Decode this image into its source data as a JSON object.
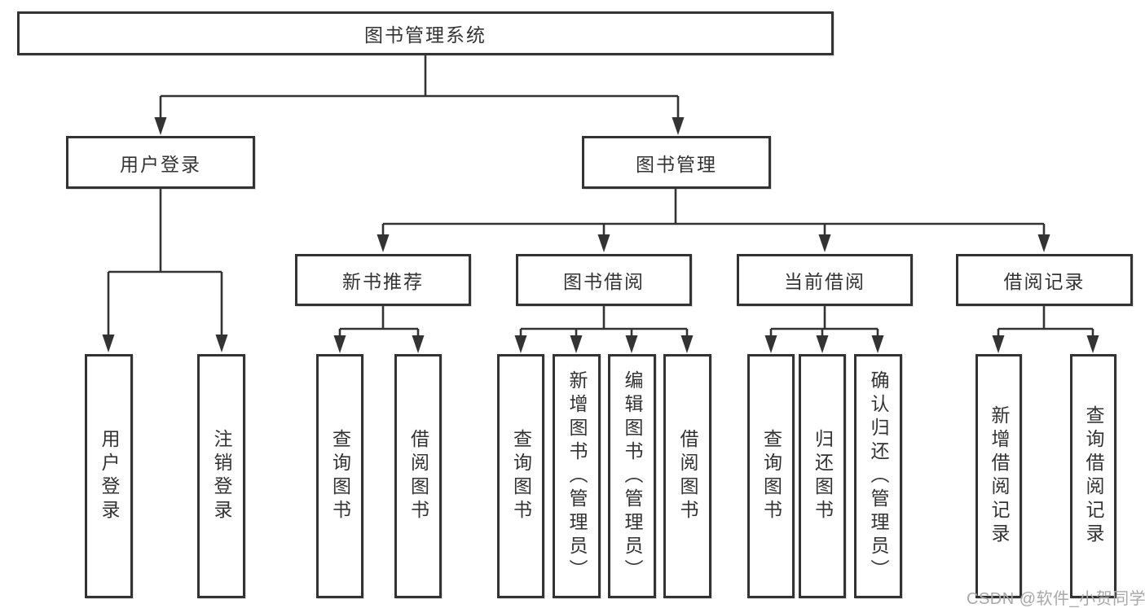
{
  "diagram": {
    "root": {
      "label": "图书管理系统"
    },
    "level2": [
      {
        "label": "用户登录"
      },
      {
        "label": "图书管理"
      }
    ],
    "level3": [
      {
        "label": "新书推荐"
      },
      {
        "label": "图书借阅"
      },
      {
        "label": "当前借阅"
      },
      {
        "label": "借阅记录"
      }
    ],
    "leaves": {
      "login": [
        "用户登录",
        "注销登录"
      ],
      "recommend": [
        "查询图书",
        "借阅图书"
      ],
      "borrow": [
        "查询图书",
        "新增图书（管理员）",
        "编辑图书（管理员）",
        "借阅图书"
      ],
      "current": [
        "查询图书",
        "归还图书",
        "确认归还（管理员）"
      ],
      "records": [
        "新增借阅记录",
        "查询借阅记录"
      ]
    }
  },
  "watermark": {
    "text": "CSDN @软件_小贺同学"
  },
  "colors": {
    "line": "#333333",
    "box_border": "#333333",
    "box_fill": "#ffffff",
    "text": "#333333",
    "watermark": "#a8a8a8",
    "background": "#ffffff"
  }
}
